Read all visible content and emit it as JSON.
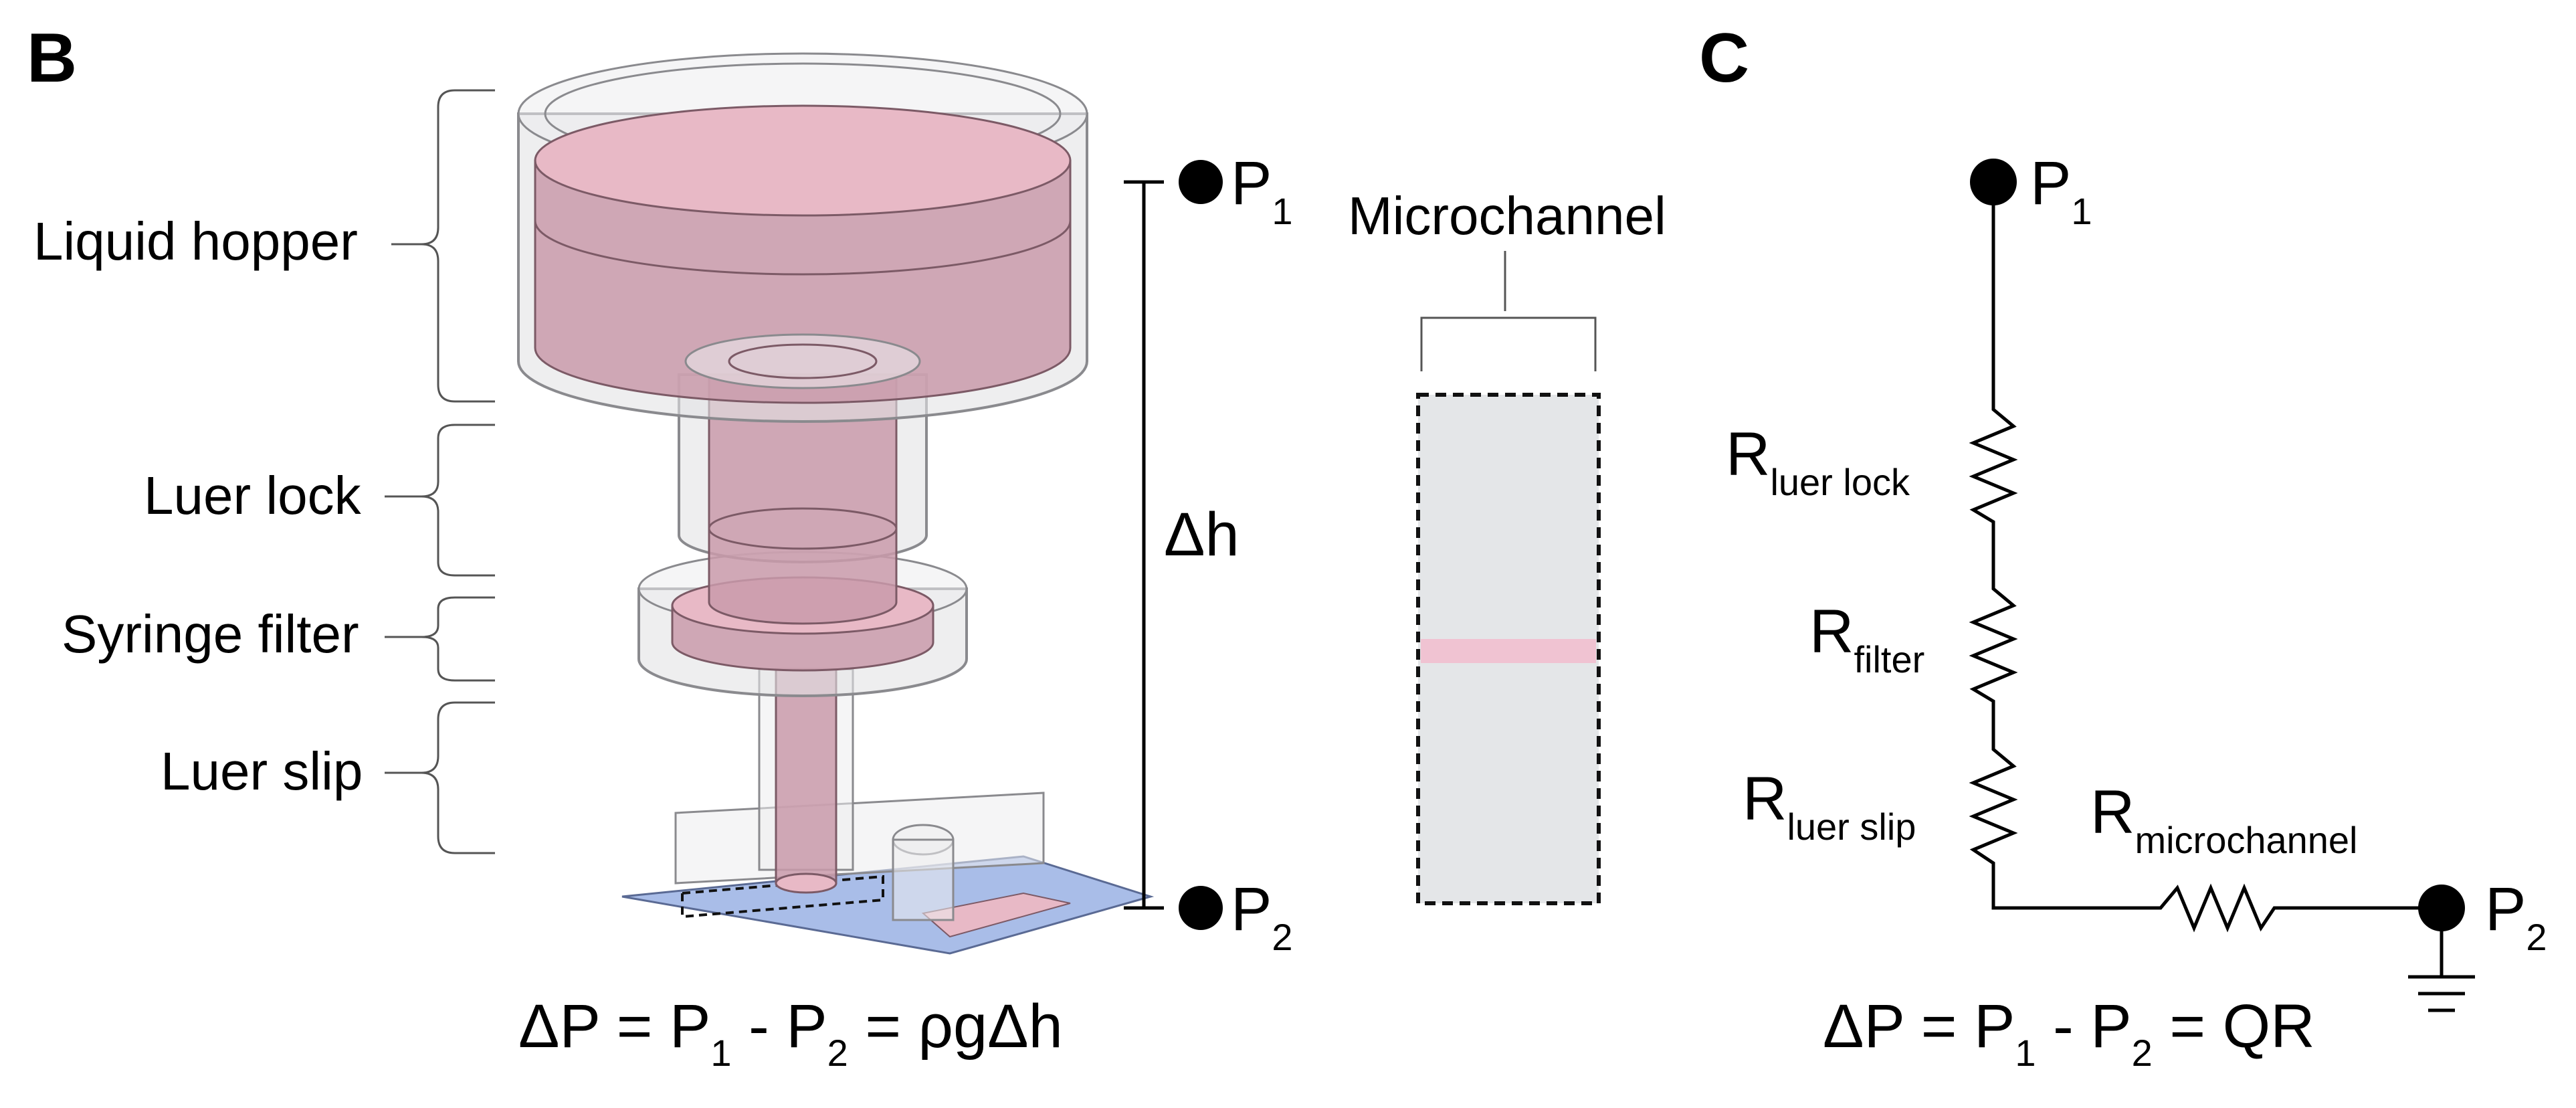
{
  "panel_b": {
    "letter": "B",
    "labels": {
      "liquid_hopper": "Liquid hopper",
      "luer_lock": "Luer lock",
      "syringe_filter": "Syringe filter",
      "luer_slip": "Luer slip"
    },
    "height_label": "Δh",
    "p1": {
      "base": "P",
      "sub": "1"
    },
    "p2": {
      "base": "P",
      "sub": "2"
    },
    "microchannel_label": "Microchannel",
    "equation": {
      "part1": "ΔP = P",
      "sub1": "1",
      "part2": " - P",
      "sub2": "2",
      "part3": " = ρgΔh"
    },
    "colors": {
      "liquid": "#c99aaa",
      "chip": "#a9bde8",
      "channel_stripe": "#f0c3d2",
      "channel_fill": "#e4e6e8"
    }
  },
  "panel_c": {
    "letter": "C",
    "p1": {
      "base": "P",
      "sub": "1"
    },
    "p2": {
      "base": "P",
      "sub": "2"
    },
    "resistors": {
      "luer_lock": {
        "base": "R",
        "sub": "luer lock"
      },
      "filter": {
        "base": "R",
        "sub": "filter"
      },
      "luer_slip": {
        "base": "R",
        "sub": "luer slip"
      },
      "microchannel": {
        "base": "R",
        "sub": "microchannel"
      }
    },
    "equation": {
      "part1": "ΔP = P",
      "sub1": "1",
      "part2": " - P",
      "sub2": "2",
      "part3": " = QR"
    }
  }
}
